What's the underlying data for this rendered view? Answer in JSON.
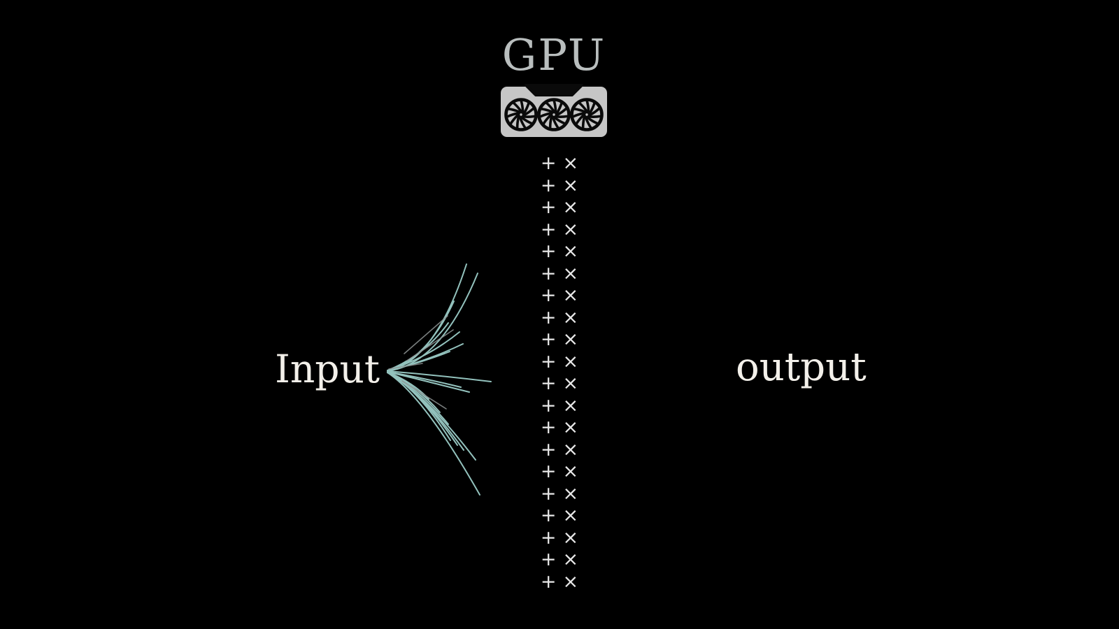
{
  "title": {
    "text": "GPU"
  },
  "labels": {
    "input": "Input",
    "output": "output"
  },
  "ops_column": {
    "row_count": 20,
    "plus": "+",
    "times": "×"
  },
  "icons": {
    "gpu_card": "gpu-card-icon",
    "gpu_fan": "fan-icon",
    "input_spray": "input-spray-lines-icon"
  },
  "colors": {
    "background": "#000000",
    "gpu_title": "#b9bebe",
    "label_text": "#f3f0ea",
    "ops_symbols": "#e8e8e8",
    "card_body": "#c6c6c6",
    "card_dark": "#0a0a0a",
    "spray_line": "#93c2bd",
    "spray_line_gray": "#8e9494"
  }
}
